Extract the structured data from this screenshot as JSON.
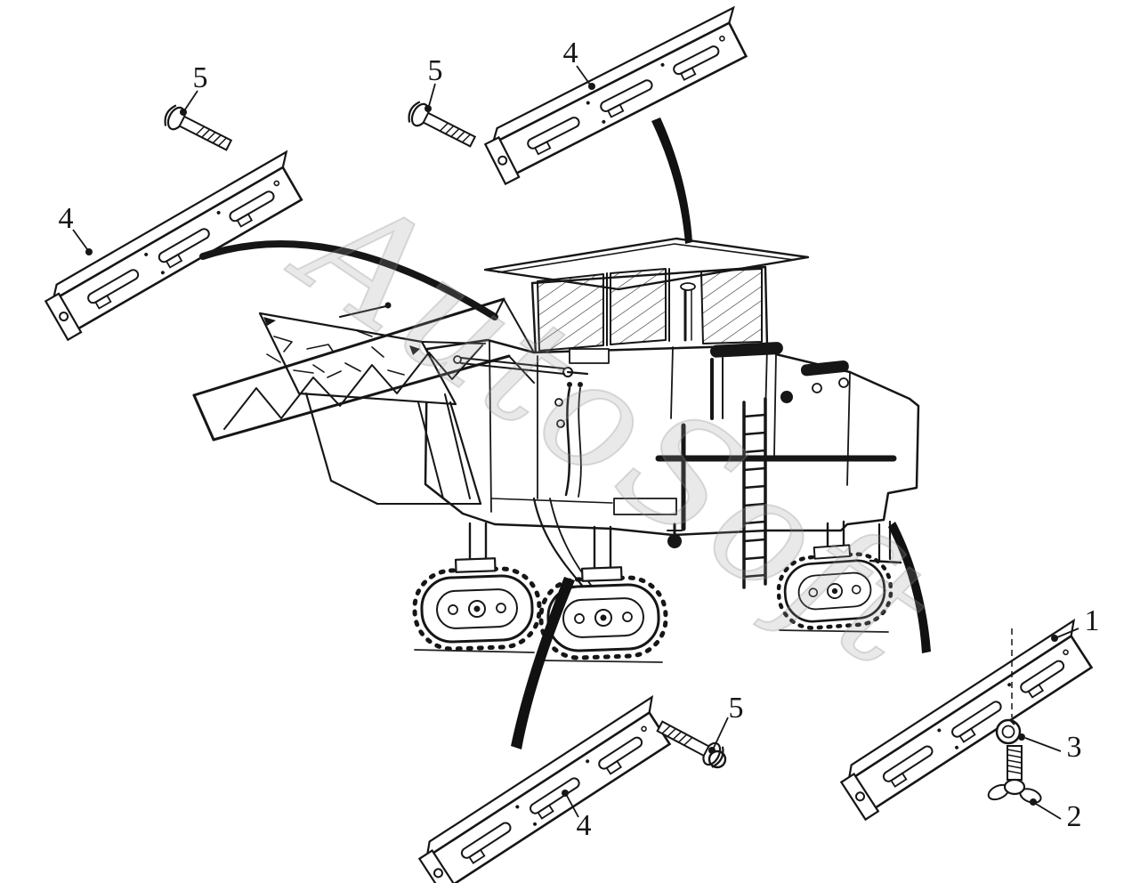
{
  "diagram": {
    "watermark": "AutoSoft",
    "colors": {
      "ink": "#161616",
      "paper": "#ffffff",
      "watermark_gray": "#9a9a9a"
    },
    "callouts": [
      {
        "label": "4"
      },
      {
        "label": "5"
      },
      {
        "label": "5"
      },
      {
        "label": "4"
      },
      {
        "label": "1"
      },
      {
        "label": "3"
      },
      {
        "label": "2"
      },
      {
        "label": "5"
      },
      {
        "label": "4"
      }
    ]
  }
}
